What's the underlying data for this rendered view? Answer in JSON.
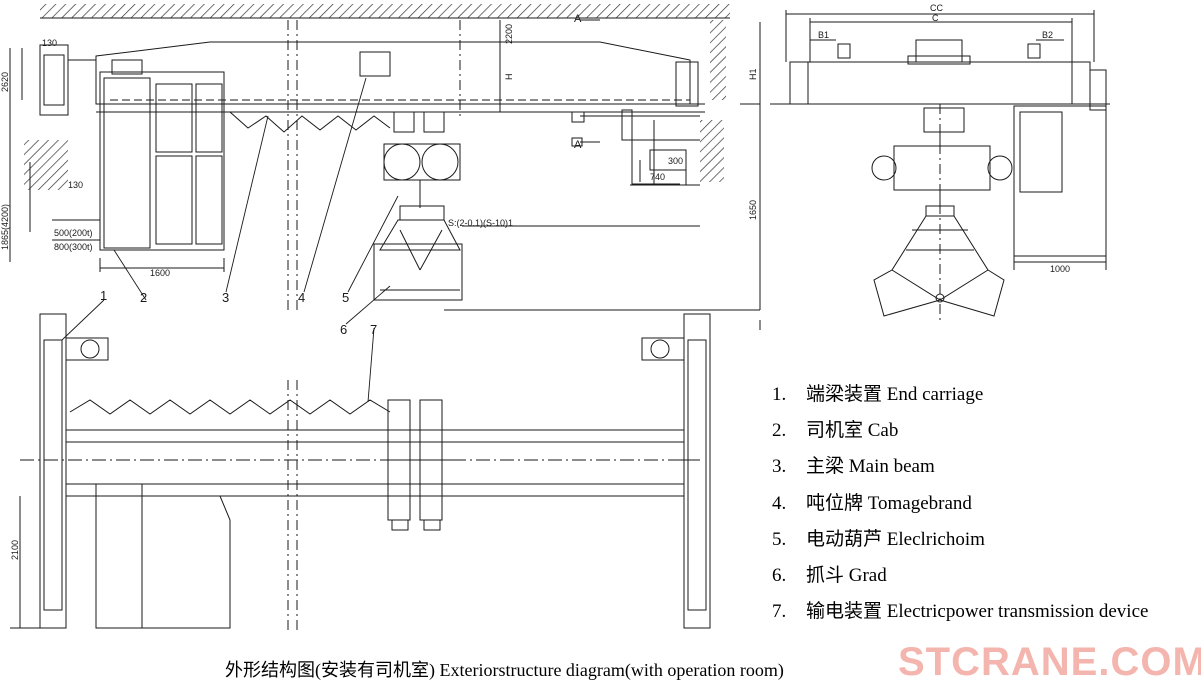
{
  "dimensions": {
    "d_130_top": "130",
    "d_2620": "2620",
    "d_130_mid": "130",
    "d_1865": "1865(4200)",
    "d_500": "500(200t)",
    "d_800": "800(300t)",
    "d_1600": "1600",
    "d_2200": "2200",
    "d_h": "H",
    "d_s": "S:(2-0.1)(S-10)1",
    "d_a_top": "A",
    "d_a_mid": "A",
    "d_300": "300",
    "d_740": "740",
    "d_1650": "1650",
    "d_h1": "H1",
    "d_2100": "2100",
    "d_cc": "CC",
    "d_c": "C",
    "d_b1": "B1",
    "d_b2": "B2",
    "d_1000": "1000"
  },
  "callouts": [
    "1",
    "2",
    "3",
    "4",
    "5",
    "6",
    "7"
  ],
  "legend": [
    {
      "num": "1.",
      "text": "端梁装置 End carriage"
    },
    {
      "num": "2.",
      "text": "司机室 Cab"
    },
    {
      "num": "3.",
      "text": "主梁 Main beam"
    },
    {
      "num": "4.",
      "text": "吨位牌 Tomagebrand"
    },
    {
      "num": "5.",
      "text": "电动葫芦 Eleclrichoim"
    },
    {
      "num": "6.",
      "text": "抓斗 Grad"
    },
    {
      "num": "7.",
      "text": "输电装置 Electricpower transmission device"
    }
  ],
  "caption": "外形结构图(安装有司机室) Exteriorstructure diagram(with operation room)",
  "watermark": "STCRANE.COM",
  "colors": {
    "line": "#1a1a1a",
    "hatch": "#333333",
    "watermark": "#f2a9a0"
  }
}
